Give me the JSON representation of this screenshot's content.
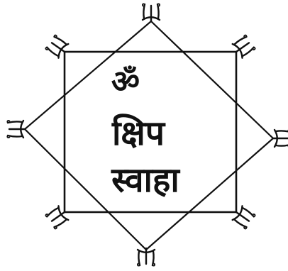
{
  "diagram": {
    "kind": "yantra",
    "shapes": [
      "square",
      "diamond"
    ],
    "trident_count": 8,
    "ink_color": "#111111",
    "background_color": "#ffffff"
  },
  "text": {
    "om": "ॐ",
    "word1": "क्षिप",
    "word2": "स्वाहा"
  }
}
